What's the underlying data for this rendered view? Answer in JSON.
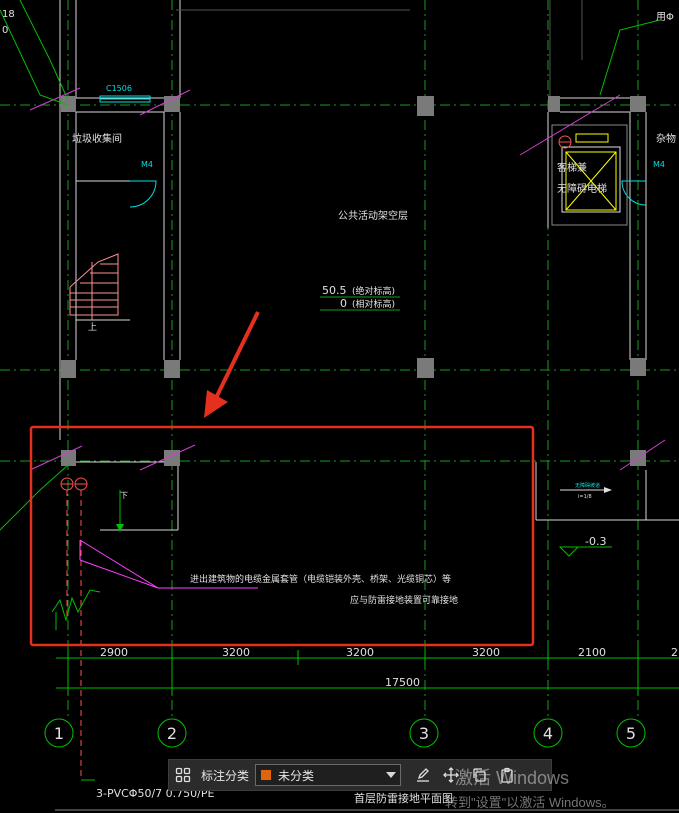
{
  "drawing": {
    "left_edge_numbers": [
      "18",
      "0"
    ],
    "top_right_label": "用Φ",
    "window_label": "C1506",
    "room_left": "垃圾收集间",
    "door_left": "M4",
    "door_right": "M4",
    "stair_label": "上",
    "open_floor_label": "公共活动架空层",
    "elev_abs": "50.5",
    "elev_abs_note": "(绝对标高)",
    "elev_rel": "0",
    "elev_rel_note": "(相对标高)",
    "elevator_room": "客梯兼",
    "elevator_room2": "无障碍电梯",
    "room_right": "杂物",
    "down_label": "下",
    "ramp_label": "无障碍坡道",
    "ramp_slope": "i=1/8",
    "level_right": "-0.3",
    "note_line1": "进出建筑物的电缆金属套管（电缆铠装外壳、桥架、光缆铜芯）等",
    "note_line2": "应与防雷接地装置可靠接地",
    "dims": [
      "2900",
      "3200",
      "3200",
      "3200",
      "2100",
      "2"
    ],
    "total_dim": "17500",
    "axes": [
      "1",
      "2",
      "3",
      "4",
      "5"
    ],
    "pipe_note": "3-PVCΦ50/7 0.750/PE",
    "bottom_title": "首层防雷接地平面图"
  },
  "toolbar": {
    "grid_icon": "grid-icon",
    "label": "标注分类",
    "select_value": "未分类",
    "select_swatch_color": "#e0640a",
    "edit_icon": "edit-icon",
    "move_icon": "move-icon",
    "copy_icon": "copy-icon",
    "clipboard_icon": "clipboard-icon"
  },
  "watermark": {
    "line1": "激活 Windows",
    "line2": "转到\"设置\"以激活 Windows。"
  },
  "colors": {
    "background": "#000000",
    "grid": "#00c000",
    "wall": "#ffffff",
    "highlight_box": "#e53020",
    "arrow": "#e53020",
    "magenta": "#ff40ff",
    "pink": "#ff9090"
  }
}
